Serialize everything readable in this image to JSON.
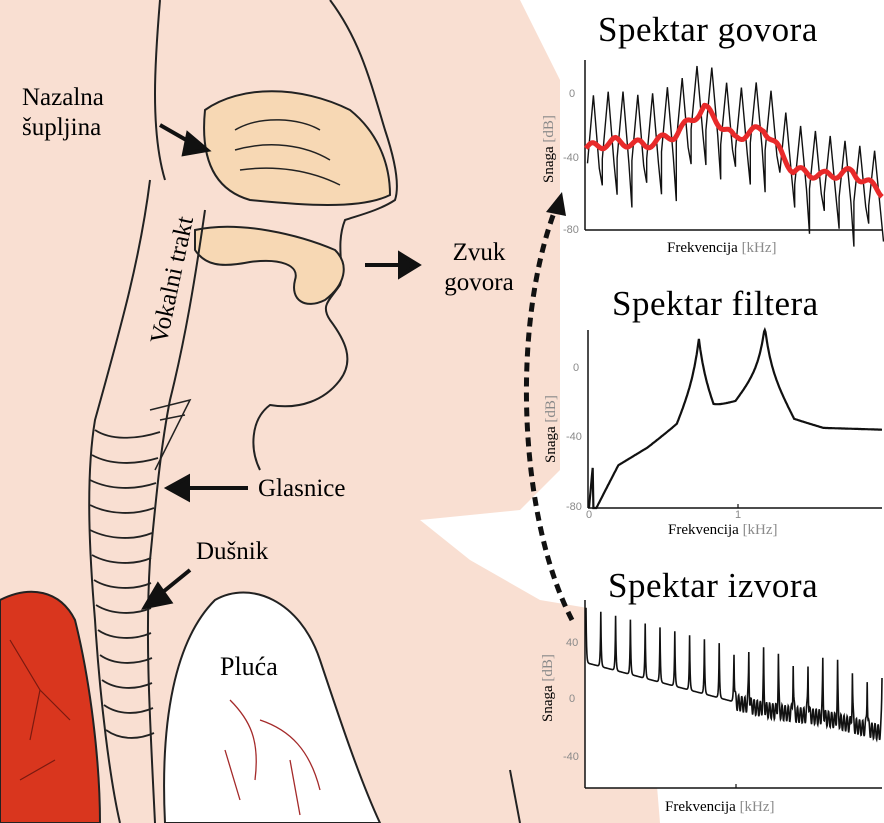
{
  "labels": {
    "nasal_cavity": [
      "Nazalna",
      "šupljina"
    ],
    "vocal_tract": "Vokalni trakt",
    "speech_sound": [
      "Zvuk",
      "govora"
    ],
    "vocal_cords": "Glasnice",
    "trachea": "Dušnik",
    "lungs": "Pluća"
  },
  "colors": {
    "skin": "#f9dfd2",
    "nasal": "#f7d8b4",
    "lung_red": "#d9361e",
    "envelope": "#e82a2a",
    "vessel": "#a42a2a"
  },
  "spectra": [
    {
      "id": "speech",
      "title": "Spektar govora",
      "ylabel": "Snaga",
      "ylabel_unit": "[dB]",
      "xlabel": "Frekvencija",
      "xlabel_unit": "[kHz]",
      "yticks": [
        "0",
        "-40",
        "-80"
      ]
    },
    {
      "id": "filter",
      "title": "Spektar filtera",
      "ylabel": "Snaga",
      "ylabel_unit": "[dB]",
      "xlabel": "Frekvencija",
      "xlabel_unit": "[kHz]",
      "yticks": [
        "0",
        "-40",
        "-80"
      ],
      "xticks": [
        "0",
        "1"
      ]
    },
    {
      "id": "source",
      "title": "Spektar izvora",
      "ylabel": "Snaga",
      "ylabel_unit": "[dB]",
      "xlabel": "Frekvencija",
      "xlabel_unit": "[kHz]",
      "yticks": [
        "40",
        "0",
        "-40"
      ]
    }
  ],
  "chart_data": [
    {
      "type": "line",
      "title": "Spektar govora",
      "xlabel": "Frekvencija [kHz]",
      "ylabel": "Snaga [dB]",
      "ylim": [
        -80,
        20
      ],
      "series": [
        {
          "values_desc": "harmonic spectrum",
          "x": [
            0,
            0.2,
            0.4,
            0.6,
            0.8,
            1.0,
            1.2,
            1.4,
            1.6,
            1.8,
            2.0
          ],
          "y": [
            -30,
            -25,
            -28,
            -20,
            -5,
            -22,
            -15,
            -40,
            -45,
            -50,
            -55
          ]
        },
        {
          "values_desc": "envelope",
          "x": [
            0,
            0.2,
            0.4,
            0.6,
            0.8,
            1.0,
            1.2,
            1.4,
            1.6,
            1.8,
            2.0
          ],
          "y": [
            -32,
            -28,
            -30,
            -24,
            -8,
            -26,
            -20,
            -45,
            -48,
            -46,
            -58
          ]
        }
      ]
    },
    {
      "type": "line",
      "title": "Spektar filtera",
      "xlabel": "Frekvencija [kHz]",
      "ylabel": "Snaga [dB]",
      "ylim": [
        -80,
        20
      ],
      "series": [
        {
          "values_desc": "filter response",
          "x": [
            0,
            0.2,
            0.4,
            0.6,
            0.75,
            0.85,
            1.0,
            1.2,
            1.4,
            1.6,
            2.0
          ],
          "y": [
            -80,
            -48,
            -38,
            -25,
            5,
            -15,
            -12,
            10,
            -22,
            -27,
            -28
          ]
        }
      ]
    },
    {
      "type": "line",
      "title": "Spektar izvora",
      "xlabel": "Frekvencija [kHz]",
      "ylabel": "Snaga [dB]",
      "ylim": [
        -60,
        60
      ],
      "series": [
        {
          "values_desc": "source harmonics",
          "x": [
            0,
            0.2,
            0.4,
            0.6,
            0.8,
            1.0,
            1.2,
            1.4,
            1.6,
            1.8,
            2.0
          ],
          "y": [
            45,
            40,
            35,
            30,
            25,
            20,
            15,
            12,
            10,
            5,
            0
          ]
        }
      ]
    }
  ]
}
